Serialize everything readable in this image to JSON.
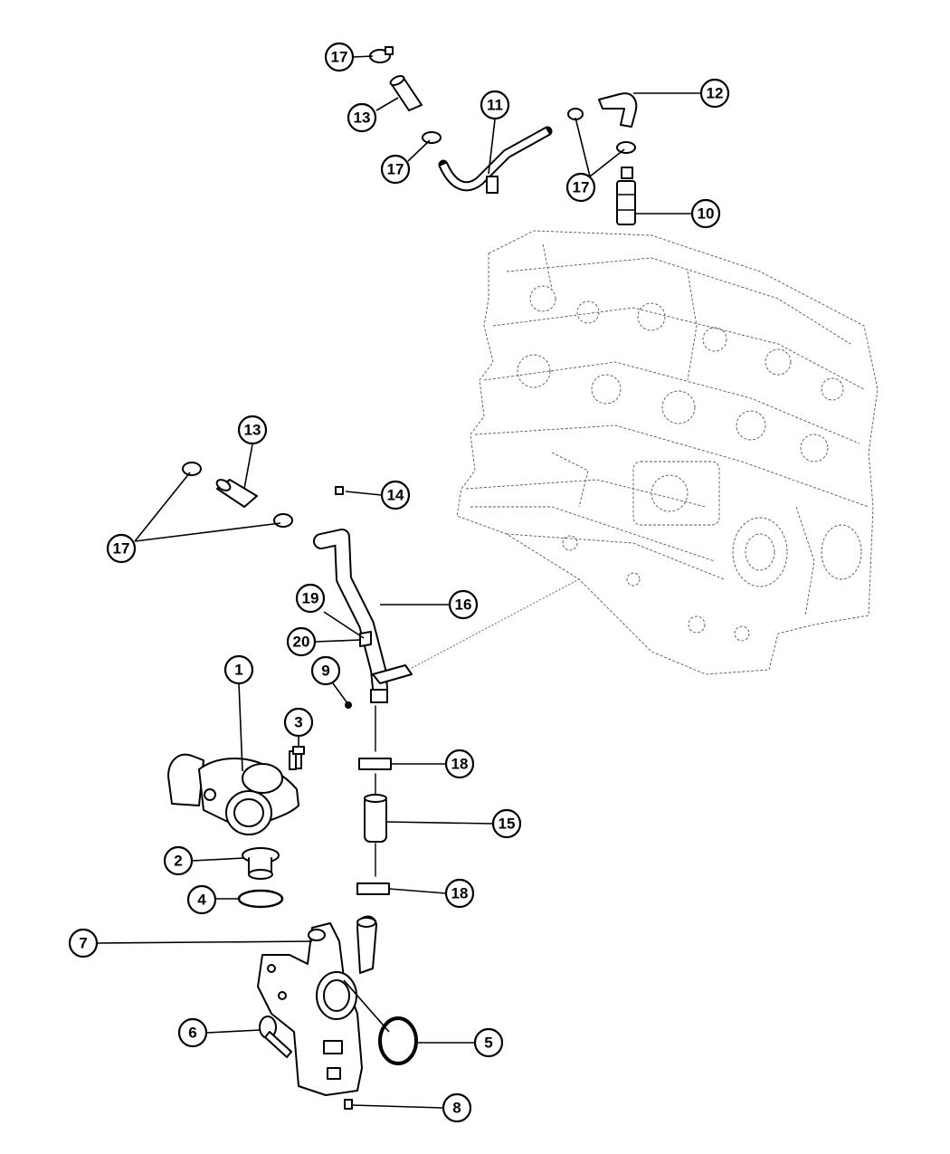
{
  "callouts": {
    "c1": "1",
    "c2": "2",
    "c3": "3",
    "c4": "4",
    "c5": "5",
    "c6": "6",
    "c7": "7",
    "c8": "8",
    "c9": "9",
    "c10": "10",
    "c11": "11",
    "c12": "12",
    "c13a": "13",
    "c13b": "13",
    "c14": "14",
    "c15": "15",
    "c16": "16",
    "c17a": "17",
    "c17b": "17",
    "c17c": "17",
    "c17d": "17",
    "c18a": "18",
    "c18b": "18",
    "c19": "19",
    "c20": "20"
  }
}
